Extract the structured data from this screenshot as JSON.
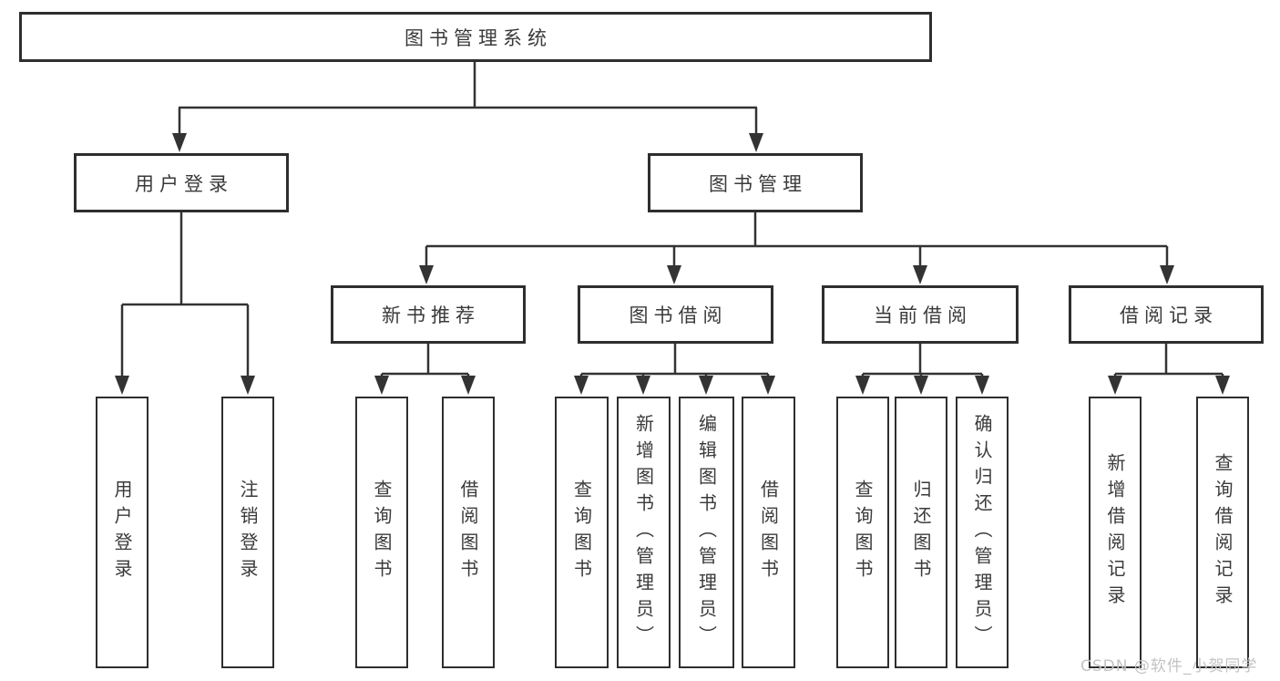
{
  "diagram": {
    "root": "图书管理系统",
    "branches": [
      {
        "label": "用户登录",
        "leaves": [
          "用户登录",
          "注销登录"
        ]
      },
      {
        "label": "图书管理",
        "groups": [
          {
            "label": "新书推荐",
            "leaves": [
              "查询图书",
              "借阅图书"
            ]
          },
          {
            "label": "图书借阅",
            "leaves": [
              "查询图书",
              "新增图书（管理员）",
              "编辑图书（管理员）",
              "借阅图书"
            ]
          },
          {
            "label": "当前借阅",
            "leaves": [
              "查询图书",
              "归还图书",
              "确认归还（管理员）"
            ]
          },
          {
            "label": "借阅记录",
            "leaves": [
              "新增借阅记录",
              "查询借阅记录"
            ]
          }
        ]
      }
    ]
  },
  "watermark": "CSDN @软件_小贺同学",
  "colors": {
    "line": "#333333",
    "box_border": "#2e2e2e",
    "text": "#3a3a3a",
    "watermark": "#c3c3c3"
  }
}
